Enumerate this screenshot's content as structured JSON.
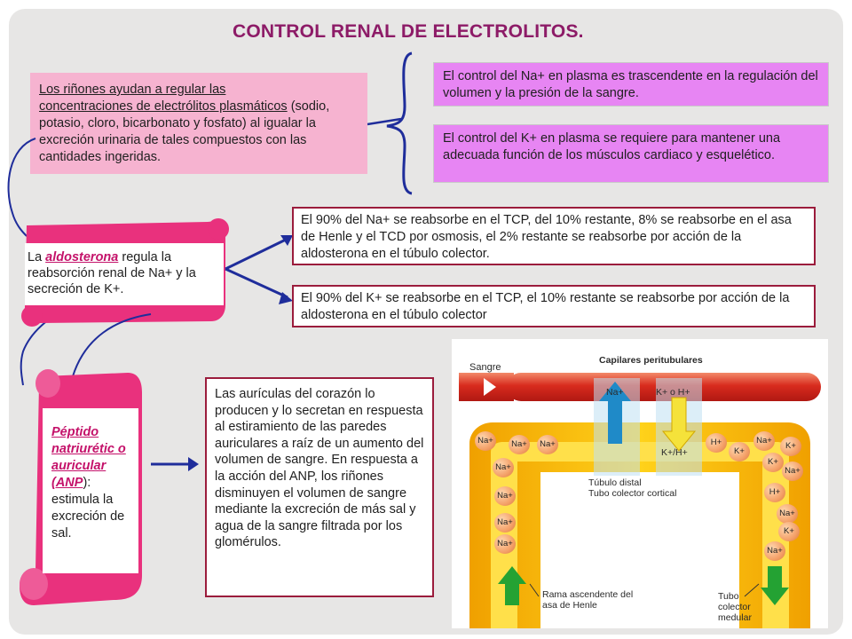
{
  "title": "CONTROL RENAL DE ELECTROLITOS.",
  "intro": {
    "underlined_1": "Los riñones ayudan a regular las",
    "underlined_2": "concentraciones de electrólitos plasmáticos",
    "rest": " (sodio, potasio, cloro, bicarbonato y fosfato) al igualar la excreción urinaria de tales compuestos con las cantidades ingeridas."
  },
  "na_plasma": "El control del Na+ en plasma es trascendente en la regulación del volumen y la presión de la sangre.",
  "k_plasma": "El control del K+ en plasma se requiere para mantener una adecuada función de los músculos cardiaco y esquelético.",
  "aldosterone": {
    "prefix": "La ",
    "keyword": "aldosterona",
    "suffix": " regula la reabsorción renal de Na+ y la secreción de K+."
  },
  "na_reabsorption": "El 90% del Na+ se reabsorbe en el TCP, del 10% restante, 8% se reabsorbe en el asa de Henle y el TCD por osmosis, el 2% restante se reabsorbe por acción de la aldosterona en el túbulo colector.",
  "k_reabsorption": "El 90% del K+ se reabsorbe en el TCP, el 10% restante se reabsorbe por acción de la aldosterona en el túbulo colector",
  "anp": {
    "keyword": "Péptido natriurétic o auricular (ANP",
    "suffix": "): estimula la excreción de sal."
  },
  "anp_description": "Las aurículas del corazón lo producen y lo secretan en respuesta al estiramiento de las paredes auriculares a raíz de un aumento del volumen de sangre. En respuesta a la acción del ANP, los riñones disminuyen el volumen de sangre mediante la excreción de más sal y agua de la sangre filtrada por los glomérulos.",
  "diagram": {
    "capillaries": "Capilares peritubulares",
    "blood": "Sangre",
    "na_label": "Na+",
    "k_or_h_label": "K+ o H+",
    "k_h_label": "K+/H+",
    "distal_1": "Túbulo distal",
    "distal_2": "Tubo colector cortical",
    "henle_1": "Rama ascendente del",
    "henle_2": "asa de Henle",
    "collector_1": "Tubo",
    "collector_2": "colector",
    "collector_3": "medular",
    "left_ions": [
      "Na+",
      "Na+",
      "Na+",
      "Na+",
      "Na+",
      "Na+",
      "Na+"
    ],
    "right_ions": [
      "H+",
      "K+",
      "Na+",
      "K+",
      "K+",
      "Na+",
      "H+",
      "Na+",
      "K+",
      "Na+"
    ]
  },
  "colors": {
    "title": "#8d1b67",
    "pink_box": "#f6b3d0",
    "violet_box": "#e785f3",
    "red_border": "#9b1c3c",
    "keyword": "#c4126a",
    "arrows": "#1f2d9b"
  }
}
